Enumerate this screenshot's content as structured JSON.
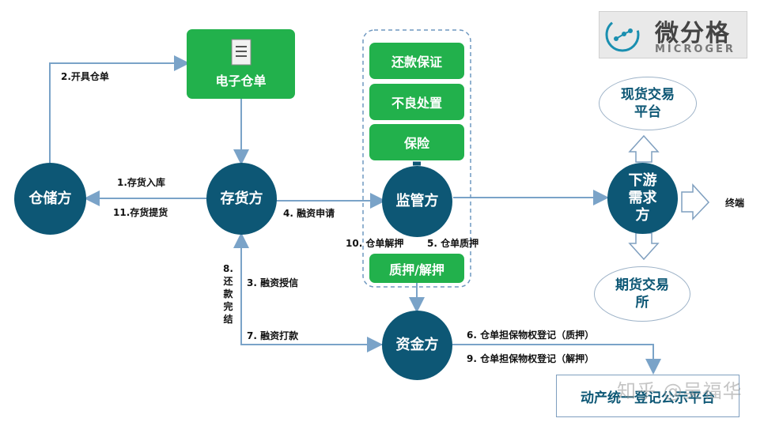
{
  "logo": {
    "text_cn": "微分格",
    "text_en": "MICROGER"
  },
  "nodes": {
    "warehouse": "仓储方",
    "depositor": "存货方",
    "supervisor": "监管方",
    "funder": "资金方",
    "downstream": "下游需求方"
  },
  "boxes": {
    "e_receipt": "电子仓单",
    "repay_guarantee": "还款保证",
    "disposal": "不良处置",
    "insurance": "保险",
    "pledge": "质押/解押"
  },
  "ovals": {
    "spot": "现货交易平台",
    "futures": "期货交易所"
  },
  "platform": "动产统一登记公示平台",
  "terminal": "终端",
  "labels": {
    "l2": "2.开具仓单",
    "l1": "1.存货入库",
    "l11": "11.存货提货",
    "l4": "4. 融资申请",
    "l10": "10. 仓单解押",
    "l5": "5. 仓单质押",
    "l8": "8.\n还\n款\n完\n结",
    "l3": "3. 融资授信",
    "l7": "7. 融资打款",
    "l6": "6. 仓单担保物权登记（质押）",
    "l9": "9. 仓单担保物权登记（解押）"
  },
  "watermark": "知乎 @吴福华",
  "colors": {
    "node": "#0d5775",
    "box": "#22b14c",
    "line": "#7aa3c8"
  }
}
